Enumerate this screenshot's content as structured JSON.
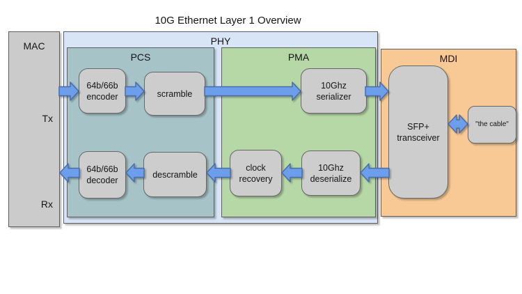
{
  "title": "10G Ethernet Layer 1 Overview",
  "mac": {
    "label": "MAC",
    "tx_label": "Tx",
    "rx_label": "Rx"
  },
  "phy": {
    "label": "PHY"
  },
  "pcs": {
    "label": "PCS"
  },
  "pma": {
    "label": "PMA"
  },
  "mdi": {
    "label": "MDI"
  },
  "blocks": {
    "encoder": {
      "label": "64b/66b\nencoder"
    },
    "scramble": {
      "label": "scramble"
    },
    "serializer": {
      "label": "10Ghz\nserializer"
    },
    "sfp_transceiver": {
      "label": "SFP+\ntransceiver"
    },
    "cable": {
      "label": "\"the cable\""
    },
    "decoder": {
      "label": "64b/66b\ndecoder"
    },
    "descramble": {
      "label": "descramble"
    },
    "clock_recovery": {
      "label": "clock\nrecovery"
    },
    "deserialize": {
      "label": "10Ghz\ndeserialize"
    }
  },
  "arrows": [
    {
      "name": "tx-arrow-mac-to-encoder",
      "direction": "right"
    },
    {
      "name": "tx-arrow-encoder-to-scramble",
      "direction": "right"
    },
    {
      "name": "tx-arrow-scramble-to-serializer",
      "direction": "right"
    },
    {
      "name": "tx-arrow-serializer-to-sfp",
      "direction": "right"
    },
    {
      "name": "mdi-arrow-sfp-cable-bidirectional",
      "direction": "both"
    },
    {
      "name": "rx-arrow-sfp-to-deserialize",
      "direction": "left"
    },
    {
      "name": "rx-arrow-deserialize-to-clock-recovery",
      "direction": "left"
    },
    {
      "name": "rx-arrow-clock-recovery-to-descramble",
      "direction": "left"
    },
    {
      "name": "rx-arrow-descramble-to-decoder",
      "direction": "left"
    },
    {
      "name": "rx-arrow-decoder-to-mac",
      "direction": "left"
    }
  ],
  "colors": {
    "phy_fill": "#d8e5f6",
    "pcs_fill": "#a6c3c7",
    "pma_fill": "#b6d7a6",
    "mdi_fill": "#f8c995",
    "block_fill": "#cdcdcd",
    "arrow_fill": "#6d9eeb",
    "arrow_stroke": "#4a6da7"
  }
}
